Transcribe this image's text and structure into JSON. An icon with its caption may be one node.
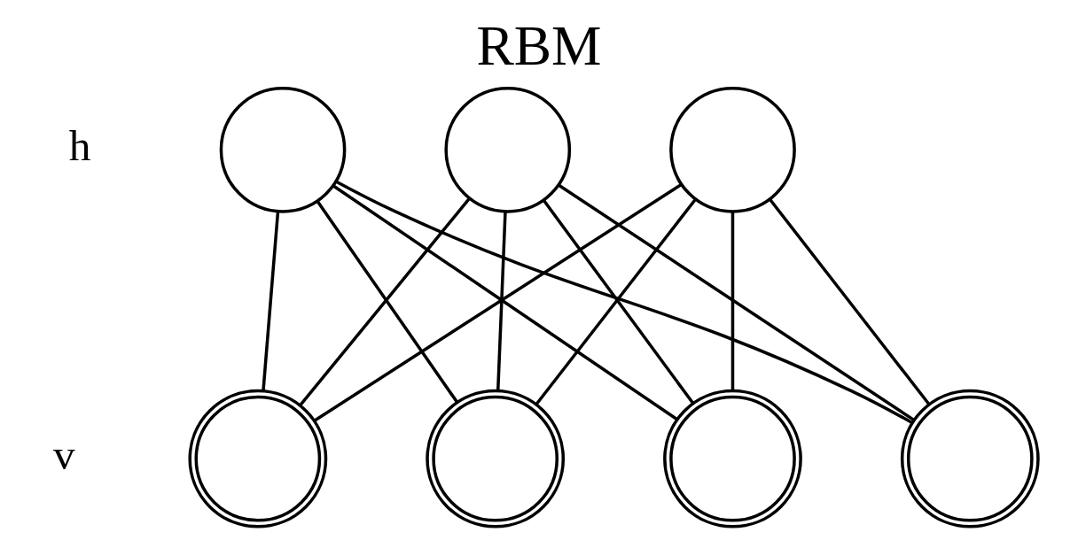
{
  "diagram": {
    "title": "RBM",
    "nodes": [
      {
        "text": [],
        "shape": "circle"
      },
      {
        "text": [],
        "shape": "circle"
      },
      {
        "text": [],
        "shape": "circle"
      },
      {
        "text": [],
        "shape": "doublecircle"
      },
      {
        "text": [],
        "shape": "doublecircle"
      },
      {
        "text": [],
        "shape": "doublecircle"
      },
      {
        "text": [],
        "shape": "doublecircle"
      }
    ],
    "edges": [
      {
        "from": 0,
        "to": 3,
        "arrow": "none"
      },
      {
        "from": 0,
        "to": 4,
        "arrow": "none"
      },
      {
        "from": 0,
        "to": 5,
        "arrow": "none"
      },
      {
        "from": 0,
        "to": 6,
        "arrow": "none"
      },
      {
        "from": 1,
        "to": 3,
        "arrow": "none"
      },
      {
        "from": 1,
        "to": 4,
        "arrow": "none"
      },
      {
        "from": 1,
        "to": 5,
        "arrow": "none"
      },
      {
        "from": 1,
        "to": 6,
        "arrow": "none"
      },
      {
        "from": 2,
        "to": 3,
        "arrow": "none"
      },
      {
        "from": 2,
        "to": 4,
        "arrow": "none"
      },
      {
        "from": 2,
        "to": 5,
        "arrow": "none"
      },
      {
        "from": 2,
        "to": 6,
        "arrow": "none"
      }
    ],
    "labels": [
      "h",
      "v"
    ]
  }
}
